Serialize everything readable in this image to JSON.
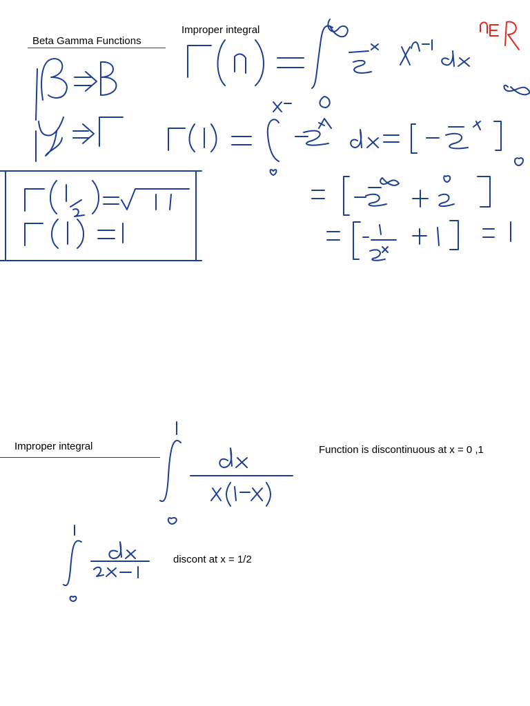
{
  "page": {
    "heading": "Beta Gamma Functions",
    "improper_label_top": "Improper integral",
    "improper_label_bottom": "Improper integral",
    "note_discontinuous": "Function is discontinuous at x = 0 ,1",
    "note_discont_half": "discont at x = 1/2"
  },
  "ink": {
    "color_main": "#1c3f94",
    "color_accent": "#e5261f"
  }
}
